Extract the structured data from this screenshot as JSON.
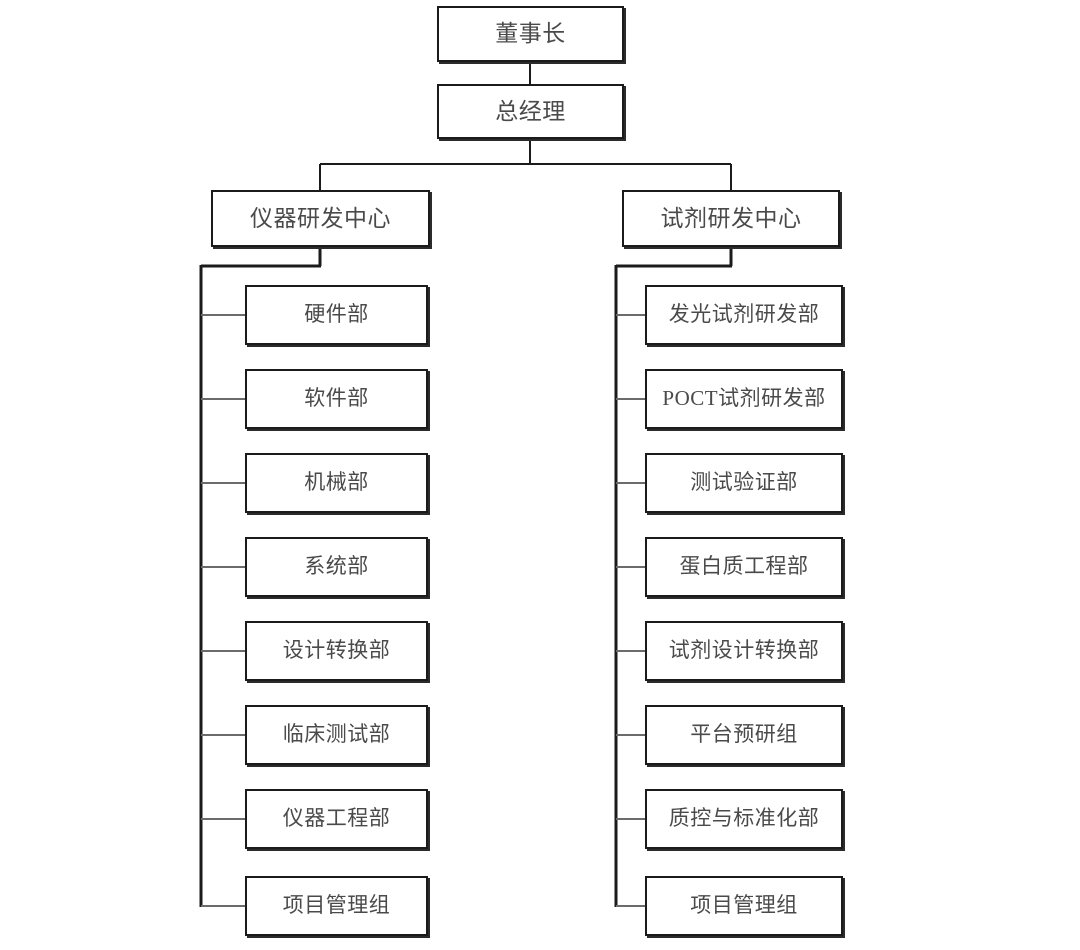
{
  "diagram": {
    "type": "organizational-chart",
    "title": "",
    "colors": {
      "box_border": "#1b1b1b",
      "box_fill": "#ffffff",
      "text": "#4a4a4a",
      "trunk_line": "#1b1b1b",
      "branch_line": "#6b6b6b",
      "background": "#ffffff"
    },
    "nodes": {
      "chairman": "董事长",
      "general_manager": "总经理",
      "instrument_center": "仪器研发中心",
      "reagent_center": "试剂研发中心"
    },
    "instrument_departments": [
      "硬件部",
      "软件部",
      "机械部",
      "系统部",
      "设计转换部",
      "临床测试部",
      "仪器工程部",
      "项目管理组"
    ],
    "reagent_departments": [
      "发光试剂研发部",
      "POCT试剂研发部",
      "测试验证部",
      "蛋白质工程部",
      "试剂设计转换部",
      "平台预研组",
      "质控与标准化部",
      "项目管理组"
    ]
  }
}
